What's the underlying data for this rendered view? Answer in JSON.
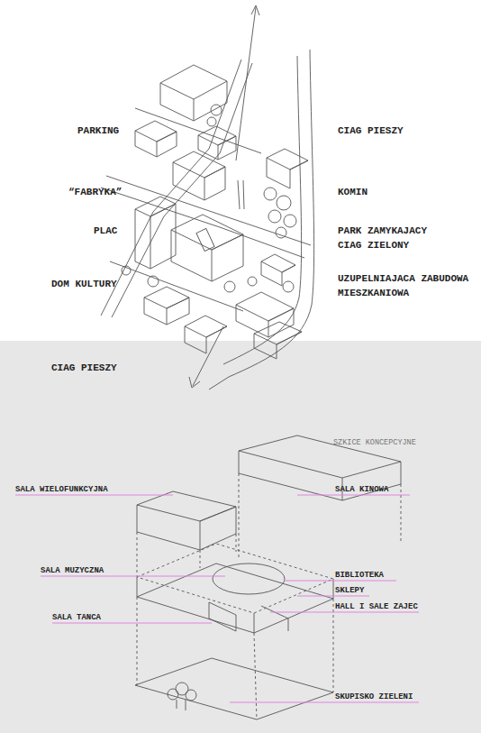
{
  "diagram": {
    "labels": [
      "PARKING",
      "CIAG PIESZY",
      "“FABRYKA”",
      "KOMIN",
      "PLAC",
      "PARK ZAMYKAJACY CIAG ZIELONY",
      "DOM KULTURY",
      "UZUPELNIAJACA ZABUDOWA MIESZKANIOWA",
      "CIAG PIESZY",
      "SZKICE KONCEPCYJNE",
      "SALA WIELOFUNKCYJNA",
      "SALA KINOWA",
      "SALA MUZYCZNA",
      "BIBLIOTEKA",
      "SKLEPY",
      "HALL I SALE ZAJEC",
      "SALA TANCA",
      "SKUPISKO ZIELENI"
    ]
  }
}
